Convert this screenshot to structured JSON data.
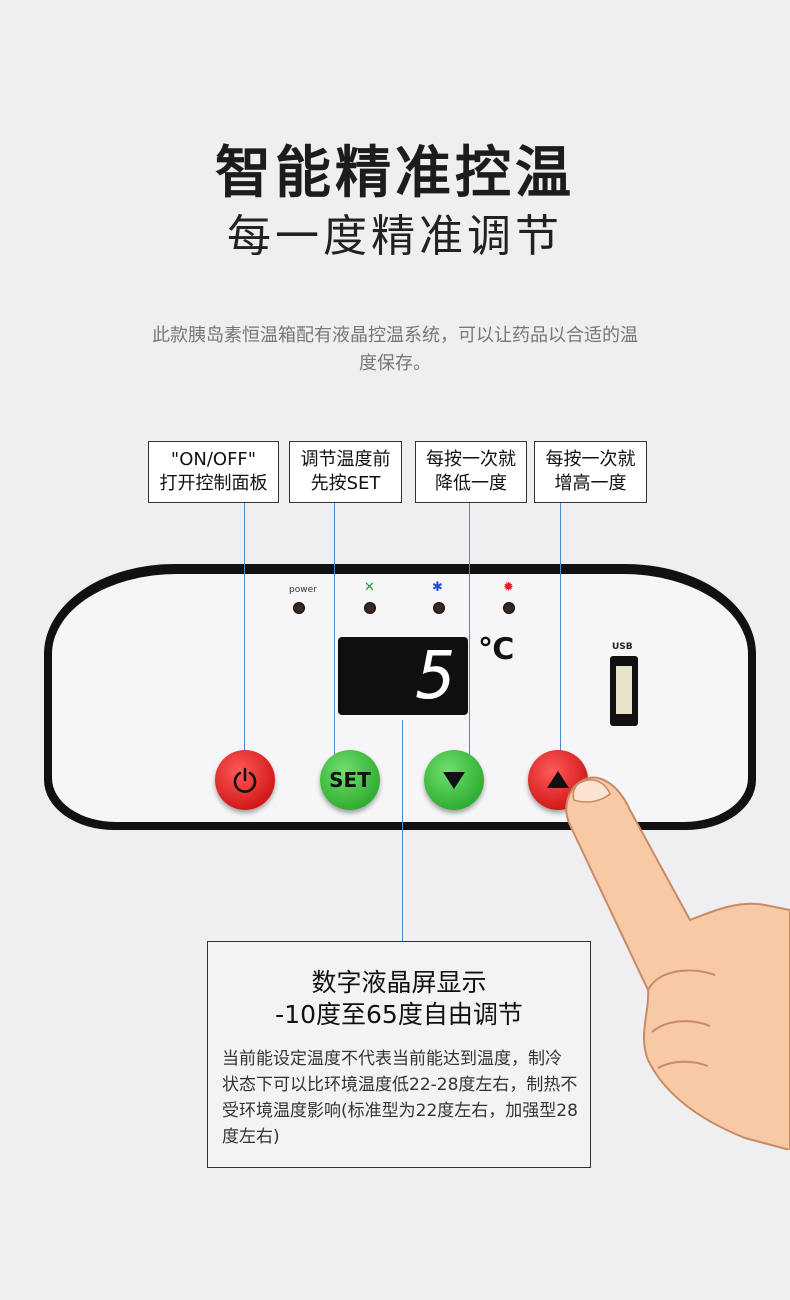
{
  "header": {
    "title": "智能精准控温",
    "subtitle": "每一度精准调节",
    "intro": "此款胰岛素恒温箱配有液晶控温系统，可以让药品以合适的温度保存。"
  },
  "labels": [
    {
      "line1": "\"ON/OFF\"",
      "line2": "打开控制面板"
    },
    {
      "line1": "调节温度前",
      "line2": "先按SET"
    },
    {
      "line1": "每按一次就",
      "line2": "降低一度"
    },
    {
      "line1": "每按一次就",
      "line2": "增高一度"
    }
  ],
  "panel": {
    "power_label": "power",
    "display_value": "5",
    "unit": "℃",
    "usb_label": "USB",
    "set_label": "SET",
    "icons": [
      "fan-icon",
      "snowflake-icon",
      "sun-icon"
    ]
  },
  "info": {
    "title_line1": "数字液晶屏显示",
    "title_line2": "-10度至65度自由调节",
    "body": "当前能设定温度不代表当前能达到温度，制冷状态下可以比环境温度低22-28度左右，制热不受环境温度影响(标准型为22度左右，加强型28度左右)"
  },
  "colors": {
    "power_button": "#d40000",
    "set_button": "#22a022",
    "down_button": "#22a022",
    "up_button": "#d40000",
    "connector_line": "#4a8bd0"
  }
}
